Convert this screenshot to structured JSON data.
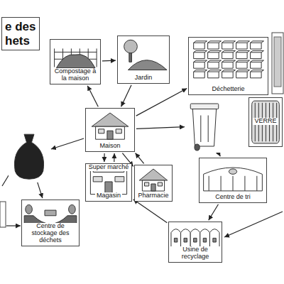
{
  "diagram": {
    "title": "e des hets",
    "nodes": [
      {
        "text": [
          "Compostage à la maison"
        ]
      },
      {
        "text": [
          "Jardin"
        ]
      },
      {
        "text": [
          "Déchetterie"
        ]
      },
      {
        "text": [
          "VERRE"
        ]
      },
      {
        "text": [
          "Maison"
        ]
      },
      {
        "text": []
      },
      {
        "text": []
      },
      {
        "text": [
          "Super marché",
          "Magasin"
        ]
      },
      {
        "text": [
          "Pharmacie"
        ]
      },
      {
        "text": [
          "Centre de tri"
        ]
      },
      {
        "text": [
          "Centre de stockage des déchets"
        ]
      },
      {
        "text": [
          "Usine de recyclage"
        ]
      }
    ],
    "edges": [
      {
        "from": 4,
        "to": 0,
        "arrow": "to"
      },
      {
        "from": 0,
        "to": 1,
        "arrow": "to"
      },
      {
        "from": 1,
        "to": 4,
        "arrow": "to"
      },
      {
        "from": 4,
        "to": 2,
        "arrow": "to"
      },
      {
        "from": 4,
        "to": 5,
        "arrow": "to"
      },
      {
        "from": 4,
        "to": 6,
        "arrow": "to"
      },
      {
        "from": 4,
        "to": 7,
        "arrow": "to"
      },
      {
        "from": 7,
        "to": 4,
        "arrow": "to"
      },
      {
        "from": 4,
        "to": 8,
        "arrow": "to"
      },
      {
        "from": 8,
        "to": 4,
        "arrow": "to"
      },
      {
        "from": 5,
        "to": 9,
        "arrow": "to"
      },
      {
        "from": 9,
        "to": 11,
        "arrow": "to"
      },
      {
        "from": 11,
        "to": 7,
        "arrow": "to"
      },
      {
        "from": 6,
        "to": 10,
        "arrow": "to"
      }
    ]
  }
}
